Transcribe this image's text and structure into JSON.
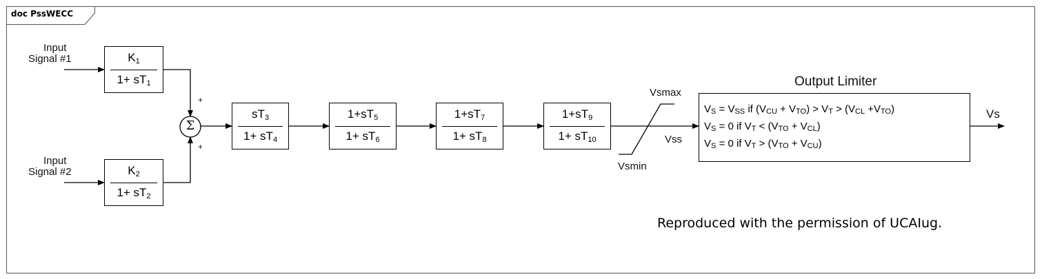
{
  "tab": {
    "title": "doc PssWECC"
  },
  "inputs": {
    "input1_line1": "Input",
    "input1_line2": "Signal #1",
    "input2_line1": "Input",
    "input2_line2": "Signal #2"
  },
  "blocks": {
    "k1": {
      "num_main": "K",
      "num_sub": "1",
      "den_main": "1+ sT",
      "den_sub": "1"
    },
    "k2": {
      "num_main": "K",
      "num_sub": "2",
      "den_main": "1+ sT",
      "den_sub": "2"
    },
    "lead1": {
      "num_main": "sT",
      "num_sub": "3",
      "den_main": "1+ sT",
      "den_sub": "4"
    },
    "lead2": {
      "num_main": "1+sT",
      "num_sub": "5",
      "den_main": "1+ sT",
      "den_sub": "6"
    },
    "lead3": {
      "num_main": "1+sT",
      "num_sub": "7",
      "den_main": "1+ sT",
      "den_sub": "8"
    },
    "lead4": {
      "num_main": "1+sT",
      "num_sub": "9",
      "den_main": "1+ sT",
      "den_sub": "10"
    }
  },
  "summer": {
    "symbol": "Σ",
    "plus_top": "+",
    "plus_bottom": "+"
  },
  "limiter_labels": {
    "vsmax": "Vsmax",
    "vsmin": "Vsmin",
    "vss": "Vss"
  },
  "output_limiter": {
    "title": "Output Limiter",
    "line1": "Vs = Vss if (Vcu + Vto) > Vt > (Vcl +Vto)",
    "line2": "Vs = 0 if Vt < (Vto + Vcl)",
    "line3": "Vs = 0 if Vt > (Vto + Vcu)"
  },
  "output": {
    "label": "Vs"
  },
  "footer_note": "Reproduced with the permission of UCAIug."
}
